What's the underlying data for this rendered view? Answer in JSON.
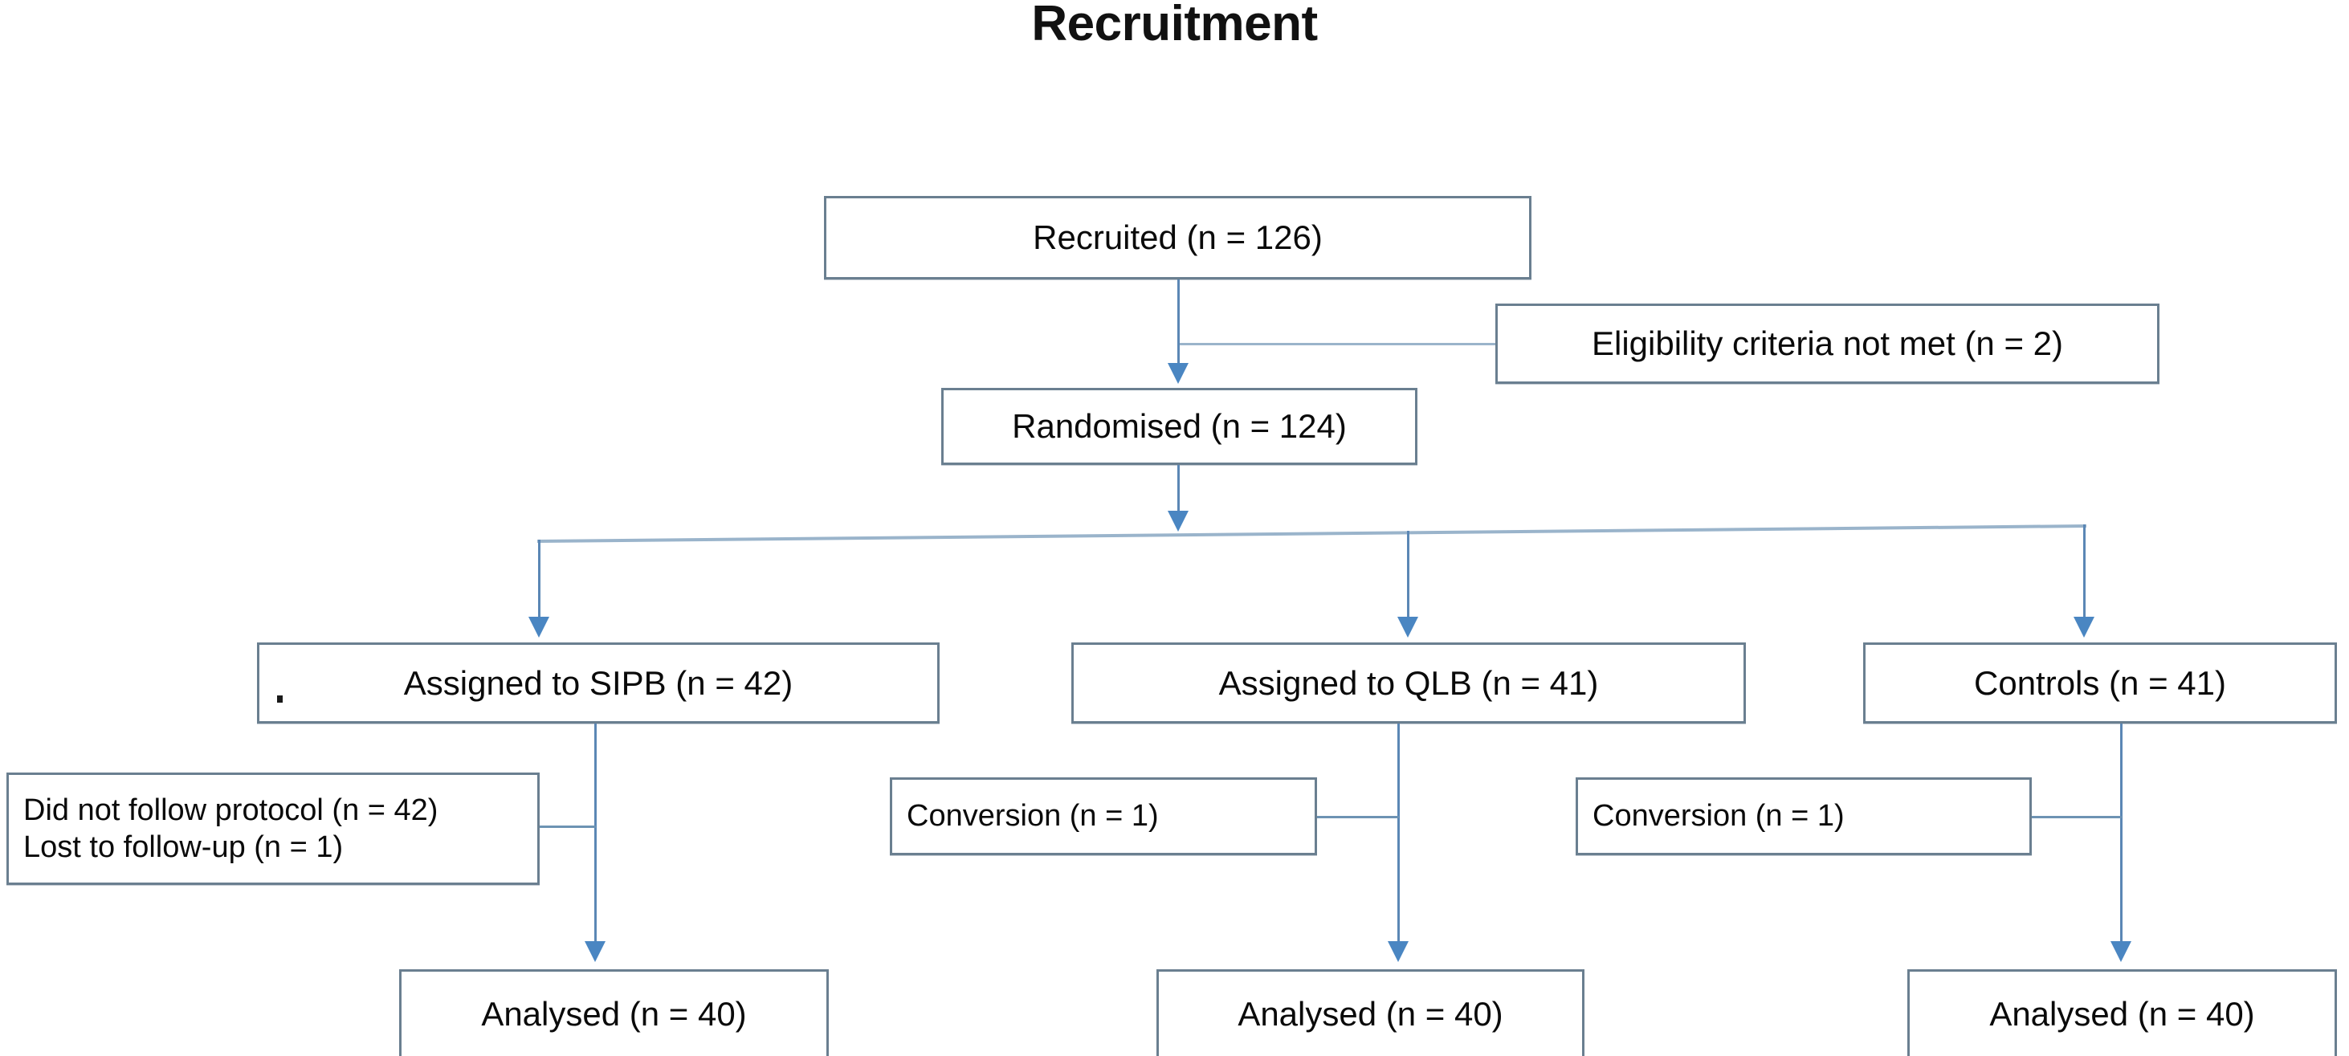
{
  "title": "Recruitment",
  "colors": {
    "box_border": "#6a7f90",
    "connector_blue": "#5b87b5",
    "connector_light": "#9ab4cb",
    "arrow_fill": "#4a86c2",
    "text": "#0a0a0a",
    "background": "#ffffff"
  },
  "nodes": {
    "recruited": {
      "label": "Recruited (n = 126)",
      "n": 126
    },
    "eligibility_excluded": {
      "label": "Eligibility criteria not met (n = 2)",
      "n": 2
    },
    "randomised": {
      "label": "Randomised (n = 124)",
      "n": 124
    },
    "arm_sipb": {
      "label": "Assigned to SIPB (n = 42)",
      "n": 42
    },
    "arm_qlb": {
      "label": "Assigned to QLB (n = 41)",
      "n": 41
    },
    "arm_controls": {
      "label": "Controls (n = 41)",
      "n": 41
    },
    "sipb_exclusions": {
      "line1": "Did not follow protocol (n = 42)",
      "line2": "Lost to follow-up (n = 1)"
    },
    "qlb_exclusions": {
      "label": "Conversion (n = 1)",
      "n": 1
    },
    "controls_exclusions": {
      "label": "Conversion (n = 1)",
      "n": 1
    },
    "analysed_sipb": {
      "label": "Analysed (n = 40)",
      "n": 40
    },
    "analysed_qlb": {
      "label": "Analysed (n = 40)",
      "n": 40
    },
    "analysed_controls": {
      "label": "Analysed (n = 40)",
      "n": 40
    }
  },
  "chart_data": {
    "type": "diagram",
    "diagram_kind": "consort-flow",
    "title": "Recruitment",
    "stages": [
      {
        "id": "recruited",
        "label": "Recruited (n = 126)",
        "n": 126,
        "level": 0
      },
      {
        "id": "eligibility_excluded",
        "label": "Eligibility criteria not met (n = 2)",
        "n": 2,
        "level": 0.5,
        "kind": "exclusion"
      },
      {
        "id": "randomised",
        "label": "Randomised (n = 124)",
        "n": 124,
        "level": 1
      },
      {
        "id": "arm_sipb",
        "label": "Assigned to SIPB (n = 42)",
        "n": 42,
        "level": 2,
        "arm": "SIPB"
      },
      {
        "id": "arm_qlb",
        "label": "Assigned to QLB (n = 41)",
        "n": 41,
        "level": 2,
        "arm": "QLB"
      },
      {
        "id": "arm_controls",
        "label": "Controls (n = 41)",
        "n": 41,
        "level": 2,
        "arm": "Controls"
      },
      {
        "id": "sipb_exclusions",
        "label": "Did not follow protocol (n = 42); Lost to follow-up (n = 1)",
        "level": 2.5,
        "kind": "exclusion",
        "arm": "SIPB"
      },
      {
        "id": "qlb_exclusions",
        "label": "Conversion (n = 1)",
        "n": 1,
        "level": 2.5,
        "kind": "exclusion",
        "arm": "QLB"
      },
      {
        "id": "controls_exclusions",
        "label": "Conversion (n = 1)",
        "n": 1,
        "level": 2.5,
        "kind": "exclusion",
        "arm": "Controls"
      },
      {
        "id": "analysed_sipb",
        "label": "Analysed (n = 40)",
        "n": 40,
        "level": 3,
        "arm": "SIPB"
      },
      {
        "id": "analysed_qlb",
        "label": "Analysed (n = 40)",
        "n": 40,
        "level": 3,
        "arm": "QLB"
      },
      {
        "id": "analysed_controls",
        "label": "Analysed (n = 40)",
        "n": 40,
        "level": 3,
        "arm": "Controls"
      }
    ],
    "edges": [
      {
        "from": "recruited",
        "to": "randomised"
      },
      {
        "from": "recruited",
        "to": "eligibility_excluded",
        "style": "side"
      },
      {
        "from": "randomised",
        "to": "arm_sipb"
      },
      {
        "from": "randomised",
        "to": "arm_qlb"
      },
      {
        "from": "randomised",
        "to": "arm_controls"
      },
      {
        "from": "arm_sipb",
        "to": "analysed_sipb"
      },
      {
        "from": "arm_sipb",
        "to": "sipb_exclusions",
        "style": "side"
      },
      {
        "from": "arm_qlb",
        "to": "analysed_qlb"
      },
      {
        "from": "arm_qlb",
        "to": "qlb_exclusions",
        "style": "side"
      },
      {
        "from": "arm_controls",
        "to": "analysed_controls"
      },
      {
        "from": "arm_controls",
        "to": "controls_exclusions",
        "style": "side"
      }
    ]
  }
}
